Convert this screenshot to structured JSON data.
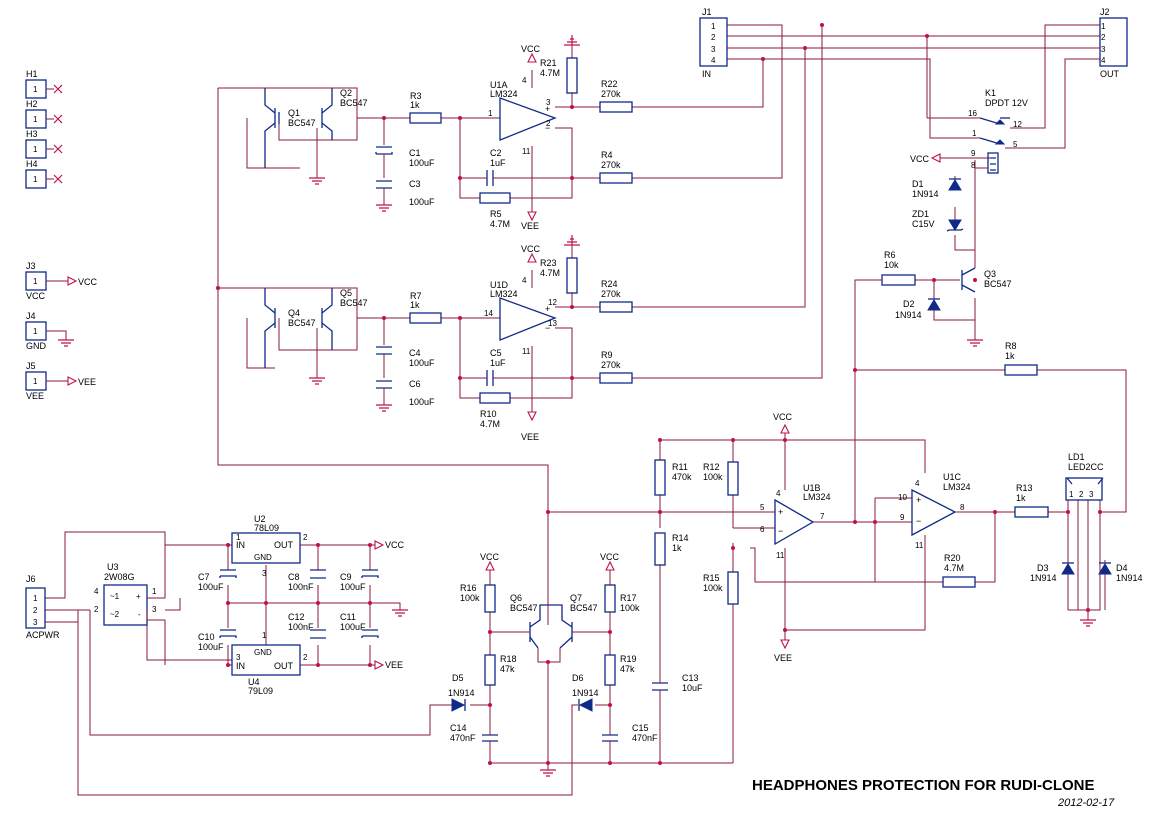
{
  "title": "HEADPHONES PROTECTION FOR RUDI-CLONE",
  "date": "2012-02-17",
  "components": {
    "H1": {
      "ref": "H1",
      "pin": "1"
    },
    "H2": {
      "ref": "H2",
      "pin": "1"
    },
    "H3": {
      "ref": "H3",
      "pin": "1"
    },
    "H4": {
      "ref": "H4",
      "pin": "1"
    },
    "J3": {
      "ref": "J3",
      "pin": "1",
      "name": "VCC",
      "net": "VCC"
    },
    "J4": {
      "ref": "J4",
      "pin": "1",
      "name": "GND"
    },
    "J5": {
      "ref": "J5",
      "pin": "1",
      "name": "VEE",
      "net": "VEE"
    },
    "J6": {
      "ref": "J6",
      "name": "ACPWR",
      "pins": [
        "1",
        "2",
        "3"
      ]
    },
    "J1": {
      "ref": "J1",
      "name": "IN",
      "pins": [
        "1",
        "2",
        "3",
        "4"
      ]
    },
    "J2": {
      "ref": "J2",
      "name": "OUT",
      "pins": [
        "1",
        "2",
        "3",
        "4"
      ]
    },
    "Q1": {
      "ref": "Q1",
      "value": "BC547"
    },
    "Q2": {
      "ref": "Q2",
      "value": "BC547"
    },
    "Q4": {
      "ref": "Q4",
      "value": "BC547"
    },
    "Q5": {
      "ref": "Q5",
      "value": "BC547"
    },
    "Q3": {
      "ref": "Q3",
      "value": "BC547"
    },
    "Q6": {
      "ref": "Q6",
      "value": "BC547"
    },
    "Q7": {
      "ref": "Q7",
      "value": "BC547"
    },
    "R3": {
      "ref": "R3",
      "value": "1k"
    },
    "R7": {
      "ref": "R7",
      "value": "1k"
    },
    "R21": {
      "ref": "R21",
      "value": "4.7M"
    },
    "R23": {
      "ref": "R23",
      "value": "4.7M"
    },
    "R22": {
      "ref": "R22",
      "value": "270k"
    },
    "R4": {
      "ref": "R4",
      "value": "270k"
    },
    "R24": {
      "ref": "R24",
      "value": "270k"
    },
    "R9": {
      "ref": "R9",
      "value": "270k"
    },
    "R5": {
      "ref": "R5",
      "value": "4.7M"
    },
    "R10": {
      "ref": "R10",
      "value": "4.7M"
    },
    "R6": {
      "ref": "R6",
      "value": "10k"
    },
    "R8": {
      "ref": "R8",
      "value": "1k"
    },
    "R11": {
      "ref": "R11",
      "value": "470k"
    },
    "R12": {
      "ref": "R12",
      "value": "100k"
    },
    "R14": {
      "ref": "R14",
      "value": "1k"
    },
    "R15": {
      "ref": "R15",
      "value": "100k"
    },
    "R13": {
      "ref": "R13",
      "value": "1k"
    },
    "R20": {
      "ref": "R20",
      "value": "4.7M"
    },
    "R16": {
      "ref": "R16",
      "value": "100k"
    },
    "R17": {
      "ref": "R17",
      "value": "100k"
    },
    "R18": {
      "ref": "R18",
      "value": "47k"
    },
    "R19": {
      "ref": "R19",
      "value": "47k"
    },
    "C1": {
      "ref": "C1",
      "value": "100uF"
    },
    "C3": {
      "ref": "C3",
      "value": "100uF"
    },
    "C4": {
      "ref": "C4",
      "value": "100uF"
    },
    "C6": {
      "ref": "C6",
      "value": "100uF"
    },
    "C2": {
      "ref": "C2",
      "value": "1uF"
    },
    "C5": {
      "ref": "C5",
      "value": "1uF"
    },
    "C7": {
      "ref": "C7",
      "value": "100uF"
    },
    "C8": {
      "ref": "C8",
      "value": "100nF"
    },
    "C9": {
      "ref": "C9",
      "value": "100uF"
    },
    "C10": {
      "ref": "C10",
      "value": "100uF"
    },
    "C11": {
      "ref": "C11",
      "value": "100uF"
    },
    "C12": {
      "ref": "C12",
      "value": "100nF"
    },
    "C13": {
      "ref": "C13",
      "value": "10uF"
    },
    "C14": {
      "ref": "C14",
      "value": "470nF"
    },
    "C15": {
      "ref": "C15",
      "value": "470nF"
    },
    "D1": {
      "ref": "D1",
      "value": "1N914"
    },
    "D2": {
      "ref": "D2",
      "value": "1N914"
    },
    "D3": {
      "ref": "D3",
      "value": "1N914"
    },
    "D4": {
      "ref": "D4",
      "value": "1N914"
    },
    "D5": {
      "ref": "D5",
      "value": "1N914"
    },
    "D6": {
      "ref": "D6",
      "value": "1N914"
    },
    "ZD1": {
      "ref": "ZD1",
      "value": "C15V"
    },
    "K1": {
      "ref": "K1",
      "value": "DPDT 12V"
    },
    "LD1": {
      "ref": "LD1",
      "value": "LED2CC"
    },
    "U1A": {
      "ref": "U1A",
      "value": "LM324"
    },
    "U1B": {
      "ref": "U1B",
      "value": "LM324"
    },
    "U1C": {
      "ref": "U1C",
      "value": "LM324"
    },
    "U1D": {
      "ref": "U1D",
      "value": "LM324"
    },
    "U2": {
      "ref": "U2",
      "value": "78L09",
      "in": "IN",
      "out": "OUT",
      "gnd": "GND"
    },
    "U4": {
      "ref": "U4",
      "value": "79L09",
      "in": "IN",
      "out": "OUT",
      "gnd": "GND"
    },
    "U3": {
      "ref": "U3",
      "value": "2W08G",
      "p1": "~1",
      "p2": "~2",
      "plus": "+",
      "minus": "-"
    }
  },
  "nets": {
    "vcc": "VCC",
    "vee": "VEE"
  },
  "pin_numbers": {
    "u1a": [
      "4",
      "1",
      "3",
      "2",
      "11"
    ],
    "u1d": [
      "4",
      "14",
      "12",
      "13",
      "11"
    ],
    "u1b": [
      "4",
      "5",
      "6",
      "7",
      "11"
    ],
    "u1c": [
      "4",
      "10",
      "9",
      "8",
      "11"
    ],
    "u2": [
      "1",
      "2",
      "3"
    ],
    "u4": [
      "3",
      "2",
      "1"
    ],
    "u3": [
      "4",
      "2",
      "1",
      "3"
    ],
    "k1": [
      "16",
      "12",
      "1",
      "5",
      "9",
      "8"
    ],
    "ld1": [
      "1",
      "2",
      "3"
    ]
  }
}
